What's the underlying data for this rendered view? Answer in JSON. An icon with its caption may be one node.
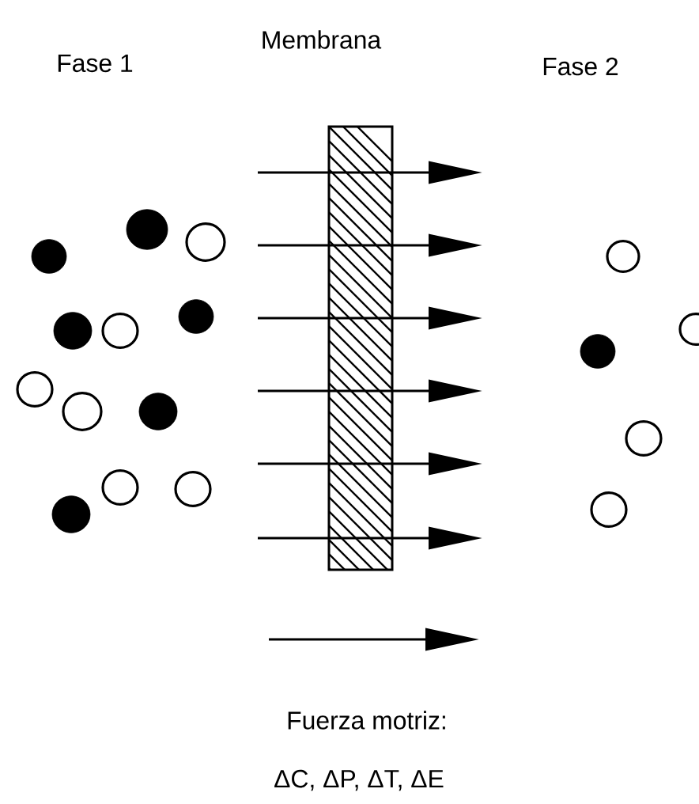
{
  "diagram": {
    "labels": [
      "Fase 1",
      "Membrana",
      "Fase 2",
      "Fuerza motriz:",
      "ΔC, ΔP, ΔT, ΔE"
    ]
  }
}
